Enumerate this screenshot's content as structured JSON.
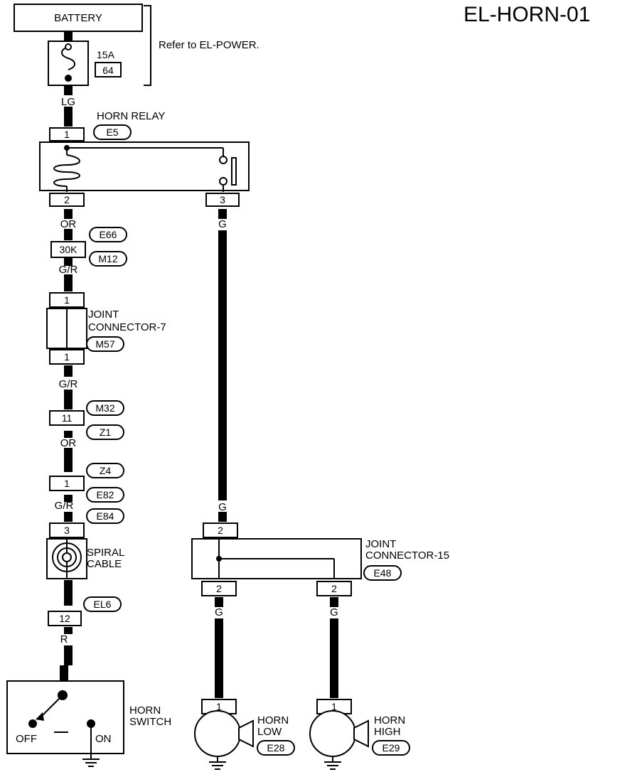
{
  "diagram_id": "EL-HORN-01",
  "power": {
    "battery": "BATTERY",
    "fuse_amp": "15A",
    "fuse_no": "64",
    "note": "Refer to EL-POWER."
  },
  "wires": {
    "lg": "LG",
    "or1": "OR",
    "gr1": "G/R",
    "gr2": "G/R",
    "or2": "OR",
    "gr3": "G/R",
    "r": "R",
    "g1": "G",
    "g2": "G",
    "g3": "G",
    "g4": "G"
  },
  "horn_relay": {
    "name": "HORN RELAY",
    "connector": "E5",
    "pin1": "1",
    "pin2": "2",
    "pin3": "3"
  },
  "conn_e66": {
    "id": "E66",
    "pin": "30K",
    "mate": "M12"
  },
  "joint7": {
    "name_line1": "JOINT",
    "name_line2": "CONNECTOR-7",
    "connector": "M57",
    "pin_top": "1",
    "pin_bot": "1"
  },
  "conn_m32": {
    "id": "M32",
    "mate": "Z1",
    "pin": "11"
  },
  "conn_z4": {
    "id": "Z4",
    "mate": "E82",
    "pin": "1"
  },
  "spiral": {
    "connector": "E84",
    "pin": "3",
    "name_line1": "SPIRAL",
    "name_line2": "CABLE"
  },
  "conn_el6": {
    "id": "EL6",
    "pin": "12"
  },
  "horn_switch": {
    "name_line1": "HORN",
    "name_line2": "SWITCH",
    "off": "OFF",
    "on": "ON"
  },
  "joint15": {
    "name_line1": "JOINT",
    "name_line2": "CONNECTOR-15",
    "connector": "E48",
    "pin_top": "2",
    "pin_bl": "2",
    "pin_br": "2"
  },
  "horn_low": {
    "name_line1": "HORN",
    "name_line2": "LOW",
    "connector": "E28",
    "pin": "1"
  },
  "horn_high": {
    "name_line1": "HORN",
    "name_line2": "HIGH",
    "connector": "E29",
    "pin": "1"
  }
}
